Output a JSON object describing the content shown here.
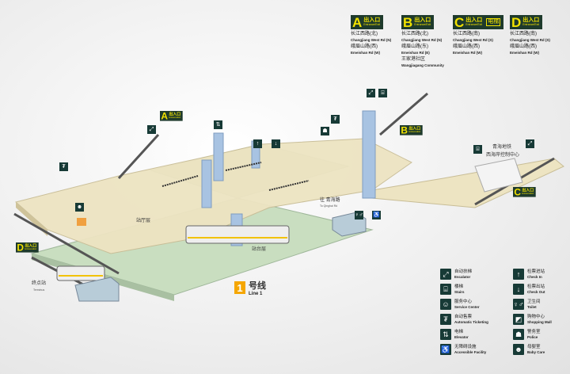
{
  "entrances": [
    {
      "letter": "A",
      "label_cn": "出入口",
      "label_en": "Entrance/Exit",
      "roads": [
        {
          "cn": "长江西路(北)",
          "en": "Changjiang West Rd (N)"
        },
        {
          "cn": "峨眉山路(西)",
          "en": "Emeishan Rd (W)"
        }
      ]
    },
    {
      "letter": "B",
      "label_cn": "出入口",
      "label_en": "Entrance/Exit",
      "roads": [
        {
          "cn": "长江西路(北)",
          "en": "Changjiang West Rd (N)"
        },
        {
          "cn": "峨眉山路(东)",
          "en": "Emeishan Rd (E)"
        },
        {
          "cn": "王家港社区",
          "en": "Wangjiagang Community"
        }
      ]
    },
    {
      "letter": "C",
      "label_cn": "出入口",
      "label_en": "Entrance/Exit",
      "elevator": "电梯",
      "roads": [
        {
          "cn": "长江西路(南)",
          "en": "Changjiang West Rd (S)"
        },
        {
          "cn": "峨眉山路(西)",
          "en": "Emeishan Rd (W)"
        }
      ]
    },
    {
      "letter": "D",
      "label_cn": "出入口",
      "label_en": "Entrance/Exit",
      "roads": [
        {
          "cn": "长江西路(南)",
          "en": "Changjiang West Rd (S)"
        },
        {
          "cn": "峨眉山路(西)",
          "en": "Emeishan Rd (W)"
        }
      ]
    }
  ],
  "map": {
    "hall_level": "站厅层",
    "platform_level": "站台层",
    "control_center_1": "青海地铁",
    "control_center_2": "西海岸控制中心",
    "direction": "往 青海路",
    "direction_en": "To Qinghai Rd",
    "terminus_cn": "终点站",
    "terminus_en": "Terminus"
  },
  "line": {
    "number": "1",
    "cn": "号线",
    "en": "Line 1",
    "color": "#f5a600"
  },
  "legend": [
    {
      "icon": "escalator-icon",
      "glyph": "⤢",
      "cn": "自动扶梯",
      "en": "Escalator"
    },
    {
      "icon": "check-in-icon",
      "glyph": "↑",
      "cn": "检票进站",
      "en": "Check In"
    },
    {
      "icon": "stairs-icon",
      "glyph": "⌸",
      "cn": "楼梯",
      "en": "Stairs"
    },
    {
      "icon": "check-out-icon",
      "glyph": "↓",
      "cn": "检票出站",
      "en": "Check Out"
    },
    {
      "icon": "service-center-icon",
      "glyph": "☺",
      "cn": "服务中心",
      "en": "Service Center"
    },
    {
      "icon": "toilet-icon",
      "glyph": "♀♂",
      "cn": "卫生间",
      "en": "Toilet"
    },
    {
      "icon": "ticketing-icon",
      "glyph": "₮",
      "cn": "自动售票",
      "en": "Automatic Ticketing"
    },
    {
      "icon": "shopping-mall-icon",
      "glyph": "◩",
      "cn": "购物中心",
      "en": "Shopping Mall"
    },
    {
      "icon": "elevator-icon",
      "glyph": "⇅",
      "cn": "电梯",
      "en": "Elevator"
    },
    {
      "icon": "police-icon",
      "glyph": "☗",
      "cn": "警务室",
      "en": "Police"
    },
    {
      "icon": "accessible-icon",
      "glyph": "♿",
      "cn": "无障碍设施",
      "en": "Accessible Facility"
    },
    {
      "icon": "baby-care-icon",
      "glyph": "☻",
      "cn": "母婴室",
      "en": "Baby Care"
    }
  ],
  "colors": {
    "sign_bg": "#1e3a2c",
    "sign_fg": "#f2e200",
    "icon_bg": "#173a36",
    "hall_floor": "#ede4c2",
    "platform": "#c9dec0",
    "pillar": "#a8c3e2"
  }
}
